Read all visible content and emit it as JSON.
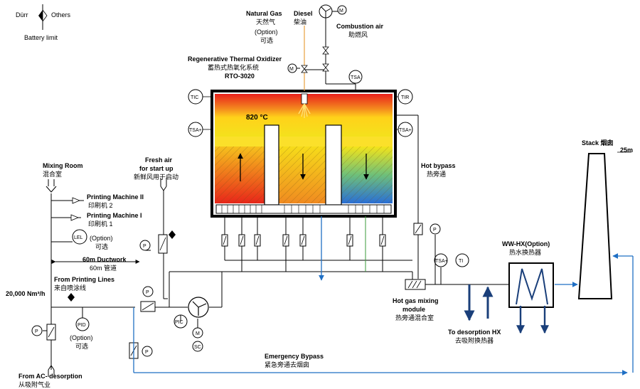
{
  "legend": {
    "left": "Dürr",
    "right": "Others",
    "caption": "Battery limit"
  },
  "fuel": {
    "natural_gas": "Natural Gas",
    "natural_gas_cn": "天然气",
    "natural_gas_opt": "(Option)",
    "natural_gas_opt_cn": "可选",
    "diesel": "Diesel",
    "diesel_cn": "柴油"
  },
  "combustion_air": {
    "en": "Combustion air",
    "cn": "助燃风"
  },
  "rto": {
    "en": "Regenerative Thermal Oxidizer",
    "cn": "蓄热式热氧化系统",
    "tag": "RTO-3020",
    "temperature": "820 °C"
  },
  "instruments": {
    "tic": "TIC",
    "tir": "TIR",
    "tsa": "TSA",
    "tsa_plus": "TSA+",
    "lel": "LEL",
    "p": "P",
    "pic": "PIC",
    "m": "M",
    "sc": "SC",
    "pid": "PID",
    "ti": "TI"
  },
  "mixing_room": {
    "en": "Mixing Room",
    "cn": "混合室"
  },
  "printing_machine_2": {
    "en": "Printing Machine II",
    "cn": "印刷机 2"
  },
  "printing_machine_1": {
    "en": "Printing Machine I",
    "cn": "印刷机 1"
  },
  "lel_option": {
    "en": "(Option)",
    "cn": "可选"
  },
  "ductwork": {
    "en": "60m Ductwork",
    "cn": "60m 管道"
  },
  "printing_lines": {
    "en": "From Printing Lines",
    "cn": "来自喷涂线"
  },
  "flow_rate": "20,000 Nm³/h",
  "pid_option": {
    "en": "(Option)",
    "cn": "可选"
  },
  "ac_desorption": {
    "en": "From AC- desorption",
    "cn": "从吸附气业"
  },
  "fresh_air": {
    "en1": "Fresh air",
    "en2": "for start up",
    "cn": "新鲜风用于启动"
  },
  "hot_bypass": {
    "en": "Hot bypass",
    "cn": "热旁通"
  },
  "hot_gas_mixing": {
    "en1": "Hot gas mixing",
    "en2": "module",
    "cn": "热旁通混合室"
  },
  "desorption_hx": {
    "en": "To desorption HX",
    "cn": "去吸附换热器"
  },
  "ww_hx": {
    "en": "WW-HX(Option)",
    "cn": "热水换热器"
  },
  "stack": {
    "en": "Stack 烟囱",
    "height": "25m"
  },
  "emergency_bypass": {
    "en": "Emergency Bypass",
    "cn": "紧急旁通去烟囱"
  },
  "colors": {
    "bypass_line": "#1f6fc4",
    "fuel_line": "#e8a040",
    "hx_arrow": "#1a3f7a",
    "damper_green": "#3a9a3a"
  }
}
